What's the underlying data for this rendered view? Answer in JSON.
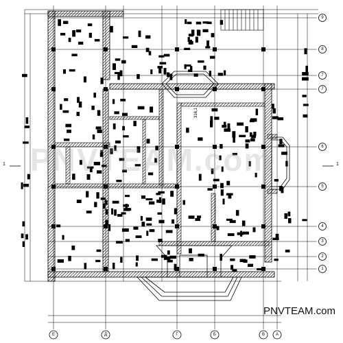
{
  "watermark": "PNVTEAM.com",
  "site_credit": "PNVTEAM.com",
  "section_marks": {
    "left": "1",
    "right": "1"
  },
  "dimension_note": "316,1",
  "axes_bottom": [
    "E",
    "Д",
    "Г",
    "Б",
    "В",
    "А"
  ],
  "axes_right": [
    "1",
    "2",
    "3",
    "4",
    "5",
    "6",
    "7",
    "8",
    "9"
  ],
  "colors": {
    "line": "#000000",
    "wall_hatch": "#555555",
    "background": "#ffffff"
  }
}
